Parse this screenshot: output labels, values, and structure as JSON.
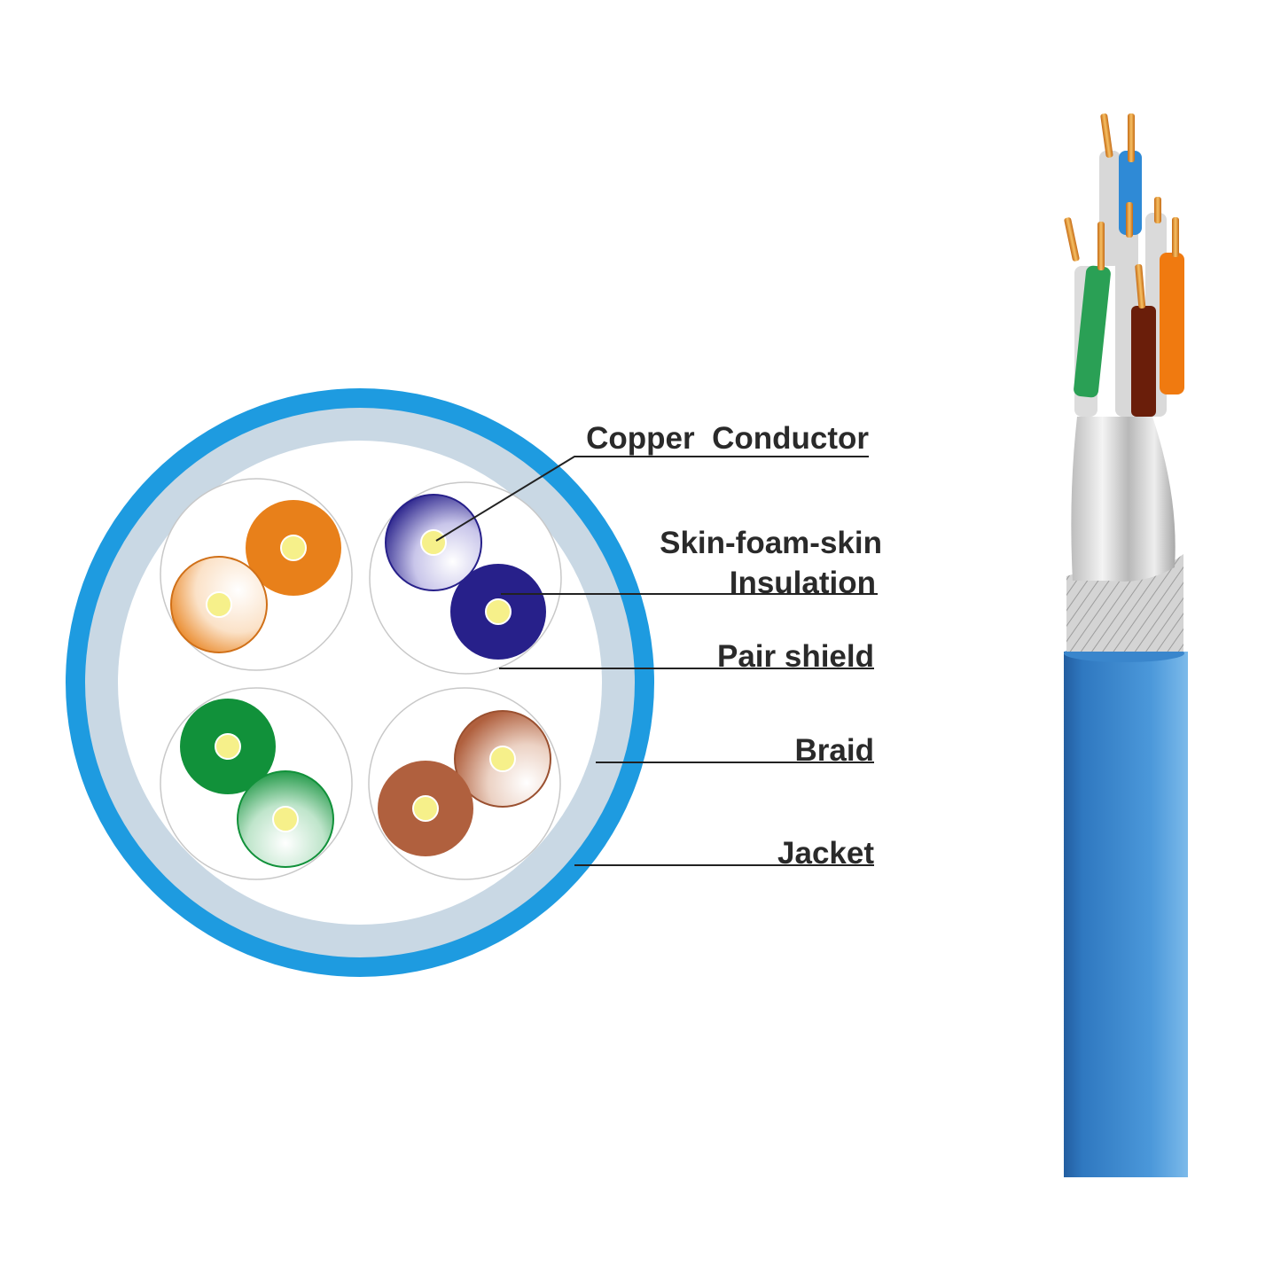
{
  "labels": {
    "copper_conductor": "Copper  Conductor",
    "insulation_line1": "Skin-foam-skin",
    "insulation_line2": "Insulation",
    "pair_shield": "Pair shield",
    "braid": "Braid",
    "jacket": "Jacket"
  },
  "colors": {
    "jacket": "#1e9be0",
    "braid_ring": "#c9d8e4",
    "conductor": "#f6f08a",
    "orange": "#e8801a",
    "blue": "#27208a",
    "green": "#11913a",
    "brown": "#b0603e",
    "cable_jacket": "#3a86cc"
  },
  "pairs": [
    {
      "color": "orange"
    },
    {
      "color": "blue"
    },
    {
      "color": "green"
    },
    {
      "color": "brown"
    }
  ]
}
